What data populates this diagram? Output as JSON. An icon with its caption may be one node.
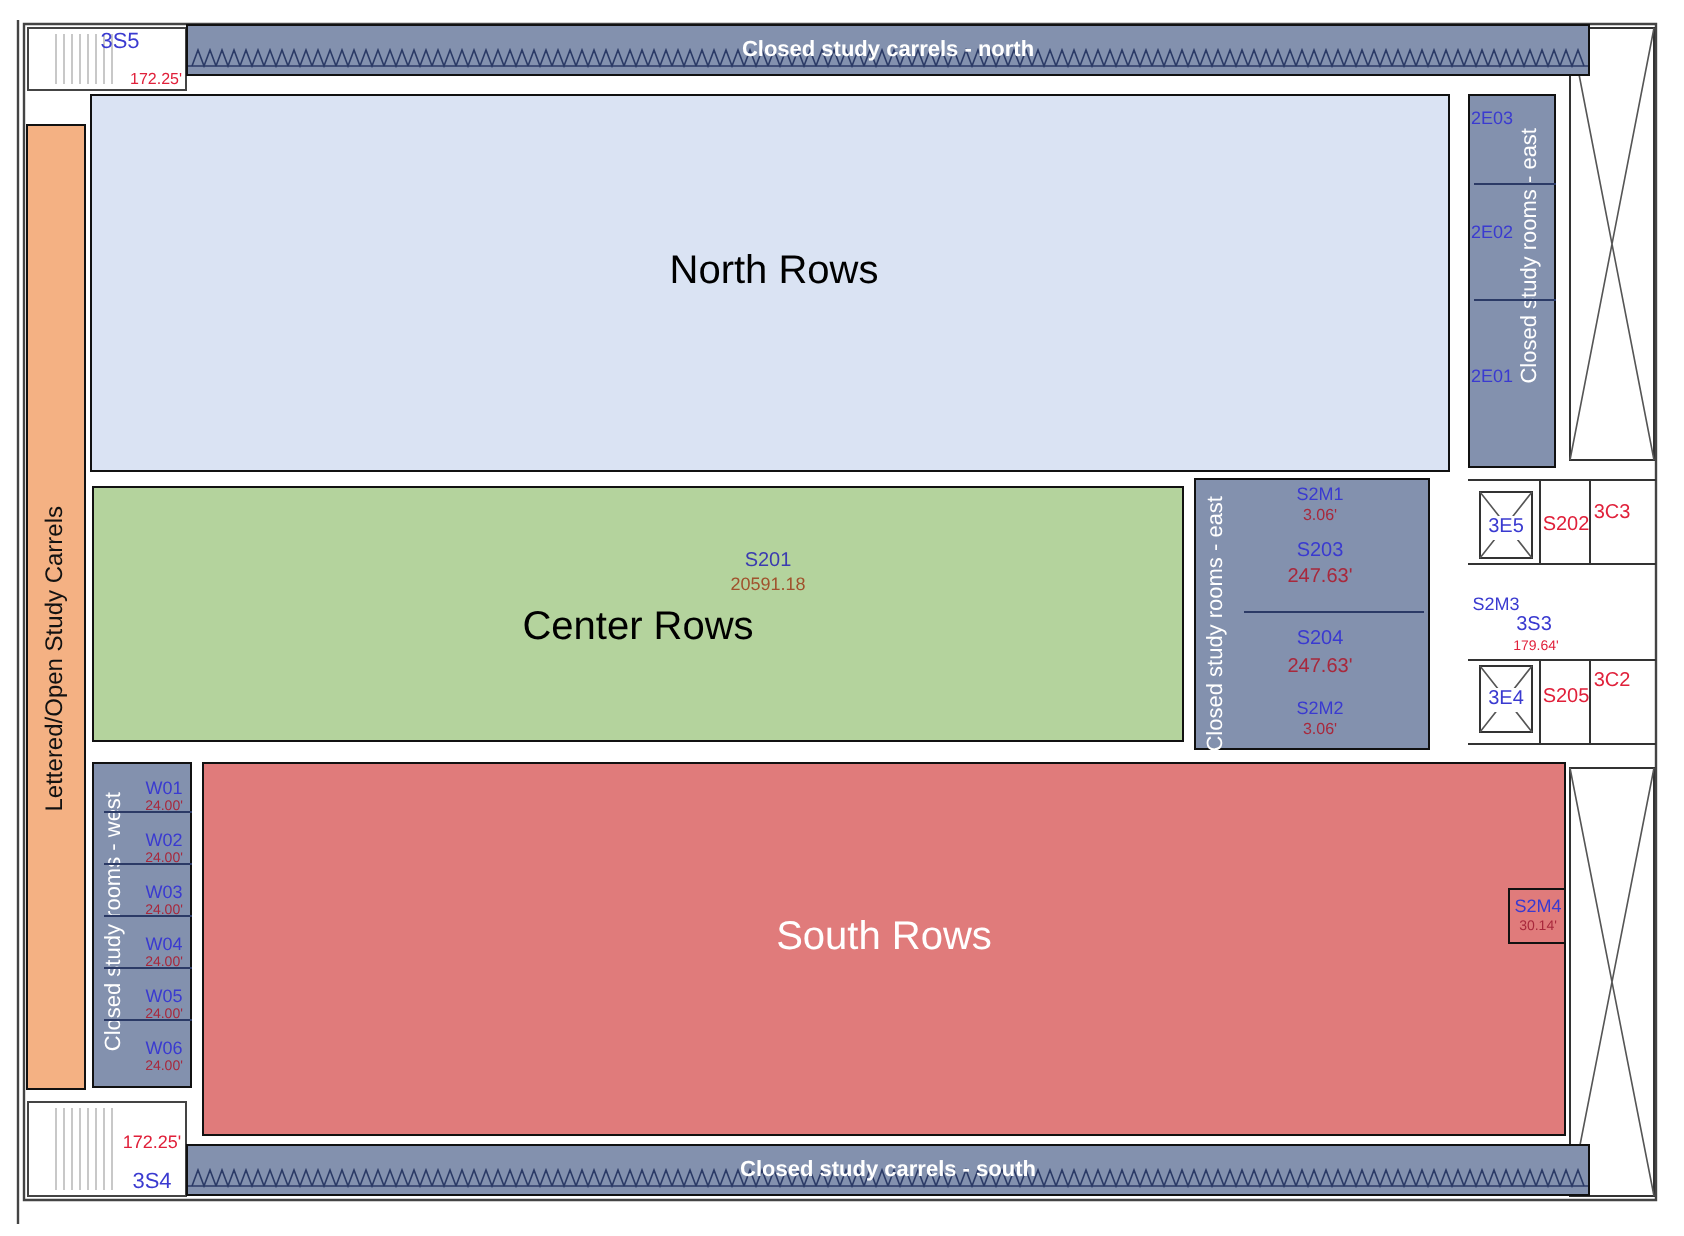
{
  "diagram": {
    "nodes": [
      {
        "text": [
          "Closed study carrels - north"
        ]
      },
      {
        "text": [
          "North Rows"
        ]
      },
      {
        "text": [
          "Closed study rooms - east"
        ]
      },
      {
        "text": [
          "Lettered/Open Study Carrels"
        ]
      },
      {
        "text": [
          "S201",
          "20591.18",
          "Center Rows"
        ]
      },
      {
        "text": [
          "Closed study rooms - east"
        ]
      },
      {
        "text": [
          "Closed study rooms - west"
        ]
      },
      {
        "text": [
          "South Rows"
        ]
      },
      {
        "text": [
          "S2M4",
          "30.14'"
        ],
        "in": 7
      },
      {
        "text": [
          "Closed study carrels - south"
        ]
      }
    ],
    "labels": [
      "3S5",
      "172.25'",
      "2E03",
      "2E02",
      "2E01",
      "S2M1",
      "3.06'",
      "S203",
      "247.63'",
      "S204",
      "247.63'",
      "S2M2",
      "3.06'",
      "3E5",
      "S202",
      "3C3",
      "S2M3",
      "3S3",
      "179.64'",
      "3E4",
      "S205",
      "3C2",
      "W01",
      "24.00'",
      "W02",
      "24.00'",
      "W03",
      "24.00'",
      "W04",
      "24.00'",
      "W05",
      "24.00'",
      "W06",
      "24.00'",
      "172.25'",
      "3S4"
    ]
  }
}
